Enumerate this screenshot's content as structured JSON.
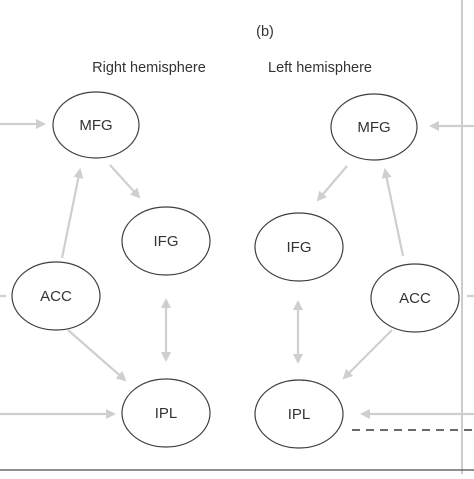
{
  "panel_label": "(b)",
  "hemispheres": {
    "right": "Right hemisphere",
    "left": "Left hemisphere"
  },
  "nodes": {
    "right_mfg": "MFG",
    "right_ifg": "IFG",
    "right_acc": "ACC",
    "right_ipl": "IPL",
    "left_mfg": "MFG",
    "left_ifg": "IFG",
    "left_acc": "ACC",
    "left_ipl": "IPL"
  },
  "colors": {
    "node_stroke": "#3f3f3f",
    "arrow": "#cfcfcf",
    "dashed_line": "#555555",
    "text": "#333333"
  }
}
